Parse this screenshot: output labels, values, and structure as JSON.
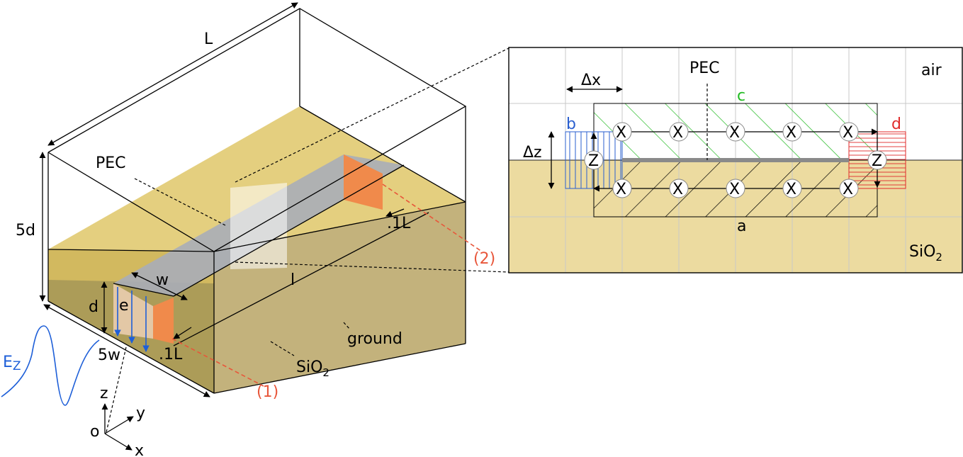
{
  "left_view": {
    "label_L": "L",
    "label_5d": "5d",
    "label_PEC": "PEC",
    "label_w": "w",
    "label_d": "d",
    "label_e": "e",
    "label_5w": "5w",
    "label_l": "l",
    "label_ground": "ground",
    "label_sio2_base": "SiO",
    "label_sio2_sub": "2",
    "label_port1": "(1)",
    "label_port2": "(2)",
    "label_offset_front": ".1L",
    "label_offset_back": ".1L",
    "label_ez_base": "E",
    "label_ez_sub": "Z",
    "axis_z": "z",
    "axis_y": "y",
    "axis_x": "x",
    "axis_origin": "o"
  },
  "detail_view": {
    "label_air": "air",
    "label_PEC": "PEC",
    "label_dx": "Δx",
    "label_dz": "Δz",
    "label_a": "a",
    "label_b": "b",
    "label_c": "c",
    "label_d": "d",
    "label_sio2_base": "SiO",
    "label_sio2_sub": "2",
    "node_x": "X",
    "node_z": "Z"
  },
  "colors": {
    "air_region": "#ffffff",
    "substrate": "#ecdba0",
    "substrate_front": "#9e8f54",
    "substrate_top": "#e3cc78",
    "pec_strip": "#a9adb8",
    "port_orange": "#f08a4b",
    "region_a_hatch": "#000000",
    "region_b_blue": "#2a5fcf",
    "region_c_green": "#22bb22",
    "region_d_red": "#e02b2b",
    "field_arrow": "#1e5fd8",
    "port_label": "#e8563a",
    "pec_line": "#8a8a8a"
  }
}
